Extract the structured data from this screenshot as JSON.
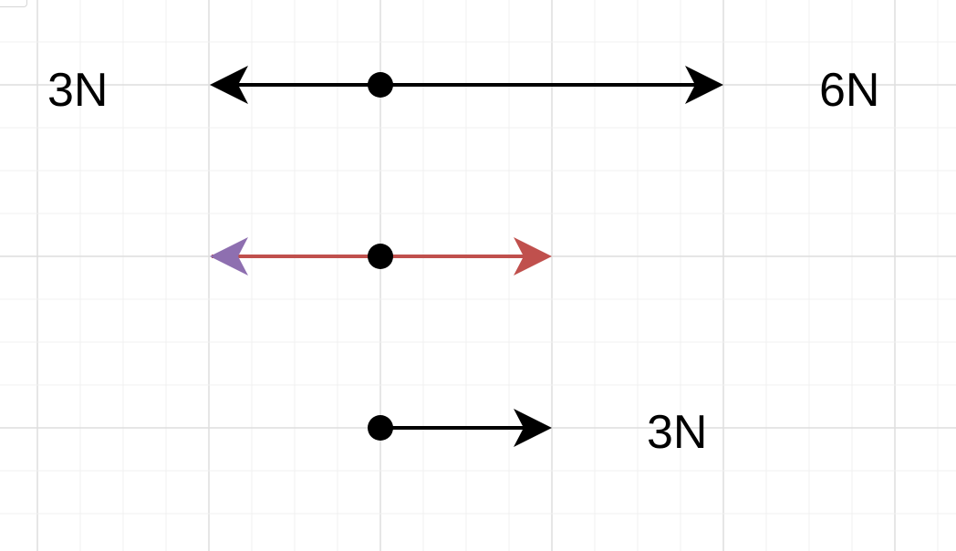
{
  "diagram": {
    "labels": {
      "top_left": "3N",
      "top_right": "6N",
      "bottom_right": "3N"
    },
    "colors": {
      "background": "#ffffff",
      "grid_minor": "#f0f0f0",
      "grid_major": "#dedede",
      "arrow_black": "#000000",
      "arrow_red": "#c0504d",
      "arrowhead_purple": "#8e6fb0"
    }
  }
}
